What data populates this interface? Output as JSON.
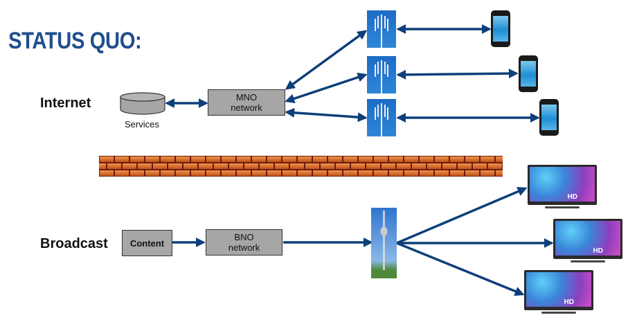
{
  "title": "STATUS QUO:",
  "internet": {
    "row_label": "Internet",
    "services_label": "Services",
    "mno_box": {
      "line1": "MNO",
      "line2": "network"
    },
    "cell_towers": [
      "cell-tower-1",
      "cell-tower-2",
      "cell-tower-3"
    ],
    "phones": [
      "smartphone-1",
      "smartphone-2",
      "smartphone-3"
    ]
  },
  "firewall": {
    "icon": "brick-wall"
  },
  "broadcast": {
    "row_label": "Broadcast",
    "content_box": "Content",
    "bno_box": {
      "line1": "BNO",
      "line2": "network"
    },
    "tv_tower_icon": "broadcast-tower",
    "tvs": [
      {
        "badge": "HD"
      },
      {
        "badge": "HD"
      },
      {
        "badge": "HD"
      }
    ]
  },
  "colors": {
    "title": "#1f4e8c",
    "arrow": "#0d3f7a",
    "box_fill": "#a6a6a6",
    "brick": "#d9692a",
    "mortar": "#6b1c0c"
  }
}
